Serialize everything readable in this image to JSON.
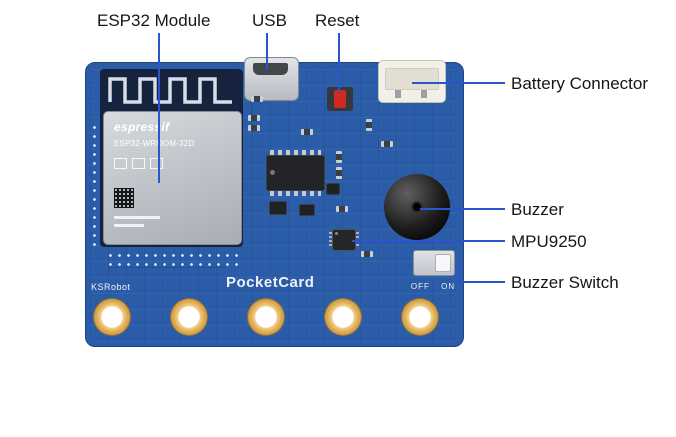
{
  "diagram": {
    "callouts": {
      "esp32": "ESP32 Module",
      "usb": "USB",
      "reset": "Reset",
      "battery": "Battery Connector",
      "buzzer": "Buzzer",
      "mpu9250": "MPU9250",
      "buzzer_switch": "Buzzer Switch"
    }
  },
  "board": {
    "brand": "KSRobot",
    "product_name": "PocketCard",
    "switch_markings": "OFF ON",
    "esp32_module": {
      "vendor": "espressif",
      "model": "ESP32-WROOM-32D"
    }
  },
  "colors": {
    "pcb_blue": "#2b5ca8",
    "pcb_dark": "#1d4382",
    "leader_line": "#2b55cc",
    "gold_pad": "#d9a850",
    "label_text": "#161616",
    "silk_white": "#eef2f7"
  }
}
